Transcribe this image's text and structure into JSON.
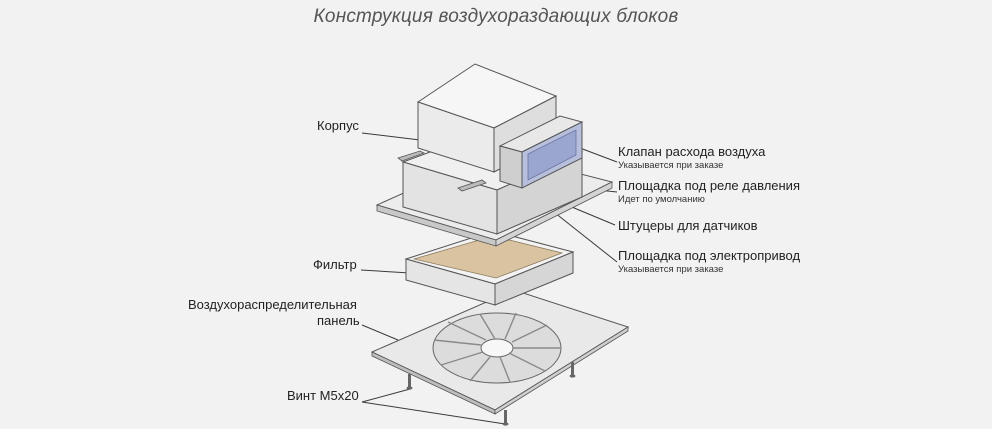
{
  "title": "Конструкция воздухораздающих блоков",
  "labels": {
    "korpus": "Корпус",
    "filter": "Фильтр",
    "panel_line1": "Воздухораспределительная",
    "panel_line2": "панель",
    "screw": "Винт М5х20",
    "valve": "Клапан расхода воздуха",
    "valve_note": "Указывается при заказе",
    "relay": "Площадка под реле давления",
    "relay_note": "Идет по умолчанию",
    "fittings": "Штуцеры для датчиков",
    "drive": "Площадка под электропривод",
    "drive_note": "Указывается при заказе"
  },
  "colors": {
    "line": "#3a3a3a",
    "box_top": "#f4f4f4",
    "box_left": "#e6e6e6",
    "box_right": "#d9d9d9",
    "valve_blue": "#9aa6cf",
    "filter_media": "#d9c3a0"
  }
}
